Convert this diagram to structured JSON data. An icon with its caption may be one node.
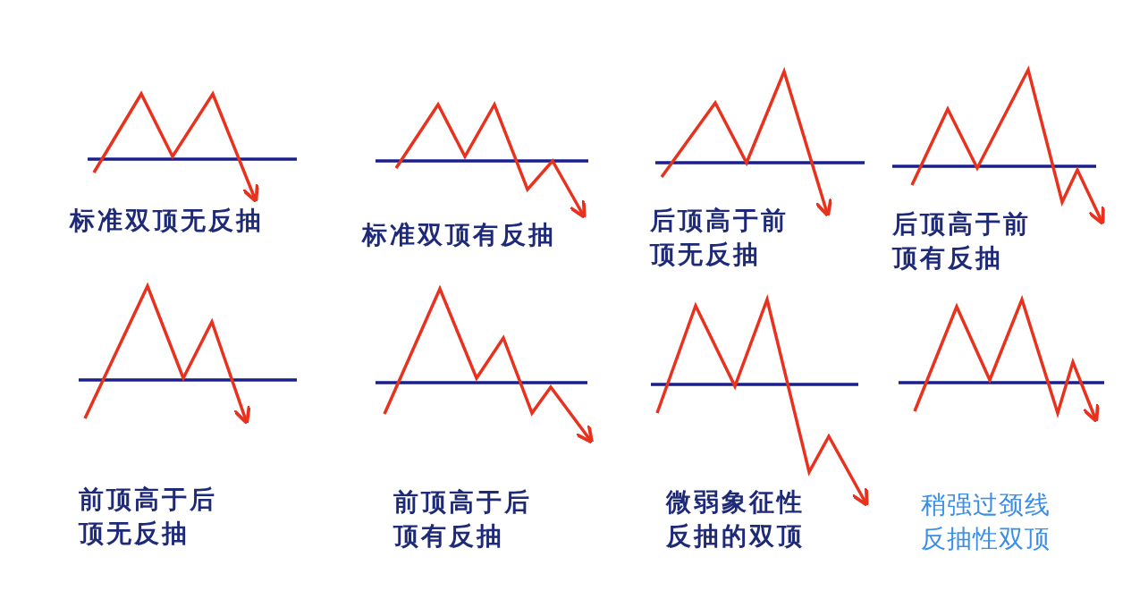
{
  "diagram": {
    "labels": [
      "标准双顶无反抽",
      "标准双顶有反抽",
      "后顶高于前顶无反抽",
      "后顶高于前顶有反抽",
      "前顶高于后顶无反抽",
      "前顶高于后顶有反抽",
      "微弱象征性反抽的双顶",
      "稍强过颈线反抽性双顶"
    ]
  }
}
